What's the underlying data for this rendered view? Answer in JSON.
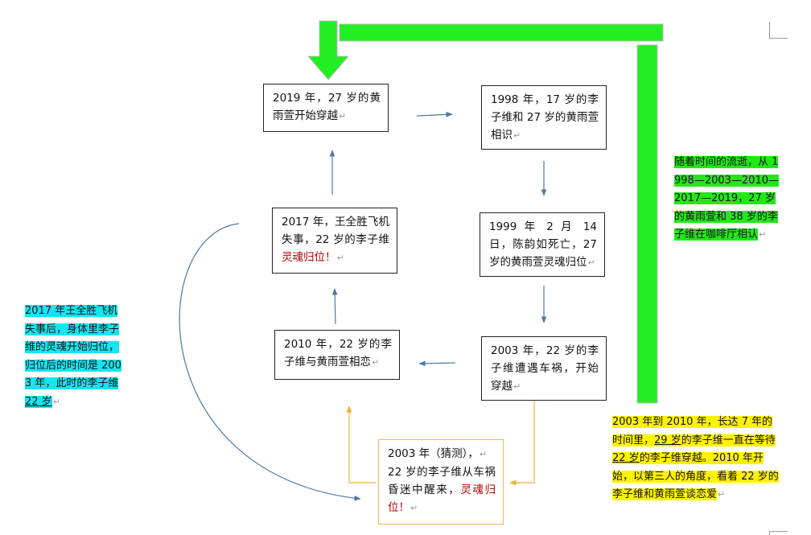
{
  "pilcrow": "↵",
  "boxes": {
    "b2019": {
      "text": "2019 年，27 岁的黄雨萱开始穿越"
    },
    "b1998": {
      "text": "1998 年，17 岁的李子维和 27 岁的黄雨萱相识"
    },
    "b1999": {
      "text": "1999 年 2 月 14 日，陈韵如死亡，27 岁的黄雨萱灵魂归位"
    },
    "b2017": {
      "text": "2017 年，王全胜飞机失事，22 岁的李子维",
      "red": "灵魂归位！"
    },
    "b2010": {
      "text": "2010 年，22 岁的李子维与黄雨萱相恋"
    },
    "b2003": {
      "text": "2003 年，22 岁的李子维遭遇车祸，开始穿越"
    },
    "b2003g": {
      "line1": "2003 年（猜测），",
      "text": "22 岁的李子维从车祸昏迷中醒来，",
      "red": "灵魂归位！"
    }
  },
  "notes": {
    "cyan": {
      "pre": "2017 年王全胜飞机失事后，身体里李子维的灵魂开始归位，归位后的时间是 2003 年，此时的李子维 ",
      "u": "22 岁"
    },
    "green": {
      "text": "随着时间的流逝，从 1998—2003—2010—2017—2019，27 岁的黄雨萱和 38 岁的李子维在咖啡厅相认"
    },
    "yellow": {
      "p1": "2003 年到 2010 年，长达 7 年的时间里，",
      "u1": "29 岁",
      "p2": "的李子维一直在等待 ",
      "u2": "22 岁",
      "p3": "的李子维穿越。2010 年开始，以第三人的角度，看着 22 岁的李子维和黄雨萱谈恋爱"
    }
  },
  "colors": {
    "green_arrow": "#22ee22",
    "blue_arrow": "#4a7ba6",
    "orange_arrow": "#f0b030",
    "cyan_highlight": "#12e6f0",
    "green_highlight": "#22e818",
    "yellow_highlight": "#fff200",
    "red_text": "#b30000"
  }
}
